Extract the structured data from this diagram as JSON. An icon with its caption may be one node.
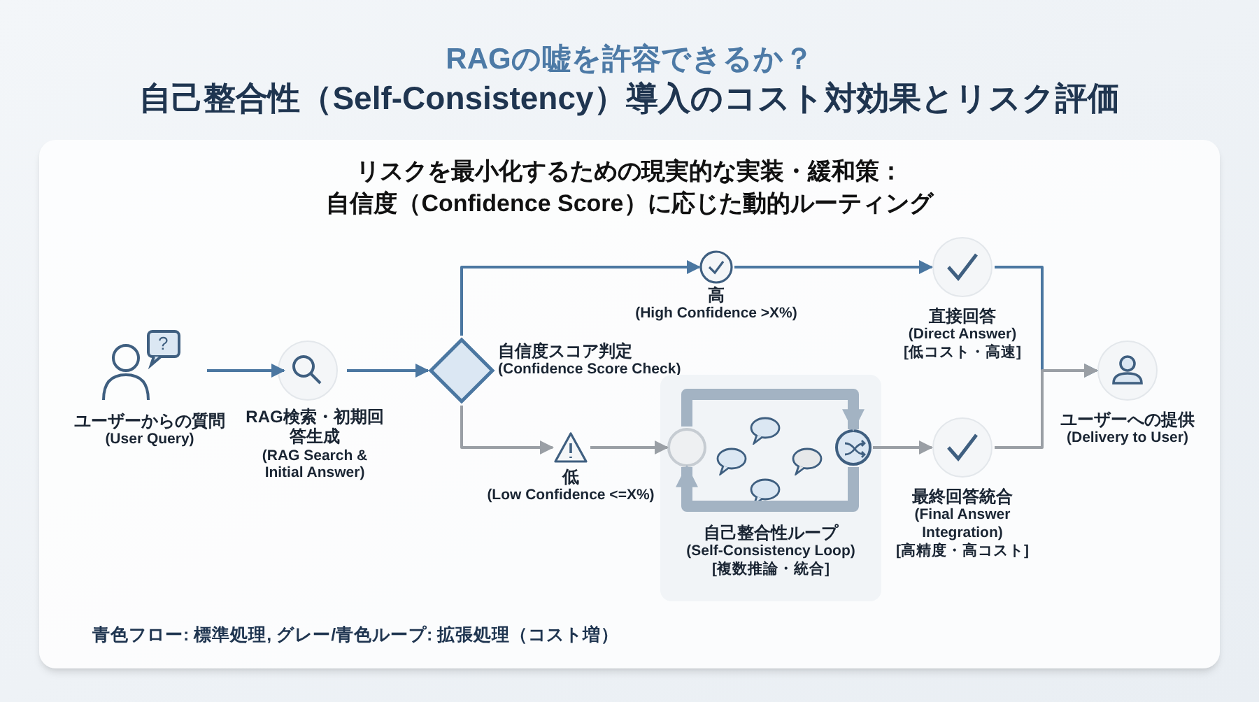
{
  "diagram": {
    "title": "RAGの嘘を許容できるか？",
    "nodes": [
      {
        "text": [
          "ユーザーからの質問",
          "(User Query)"
        ]
      },
      {
        "text": [
          "RAG検索・初期回答生成",
          "(RAG Search & Initial Answer)"
        ]
      },
      {
        "text": [
          "自信度スコア判定",
          "(Confidence Score Check)"
        ]
      },
      {
        "text": [
          "高",
          "(High Confidence >X%)"
        ]
      },
      {
        "text": [
          "低",
          "(Low Confidence <=X%)"
        ]
      },
      {
        "text": [
          "自己整合性ループ",
          "(Self-Consistency Loop)",
          "[複数推論・統合]"
        ]
      },
      {
        "text": [],
        "shape": "circle",
        "in": 5
      },
      {
        "text": [],
        "shape": "circle",
        "in": 5
      },
      {
        "text": [
          "直接回答",
          "(Direct Answer)",
          "[低コスト・高速]"
        ]
      },
      {
        "text": [
          "最終回答統合",
          "(Final Answer Integration)",
          "[高精度・高コスト]"
        ]
      },
      {
        "text": [
          "ユーザーへの提供",
          "(Delivery to User)"
        ]
      }
    ],
    "edges": [
      {
        "from": 0,
        "to": 1,
        "arrow": "to"
      },
      {
        "from": 1,
        "to": 2,
        "arrow": "to"
      },
      {
        "from": 2,
        "to": 3,
        "arrow": "to"
      },
      {
        "from": 3,
        "to": 8,
        "arrow": "to"
      },
      {
        "from": 2,
        "to": 4,
        "arrow": "to",
        "color": "#9a9fa5"
      },
      {
        "from": 4,
        "to": 6,
        "arrow": "to",
        "color": "#9a9fa5"
      },
      {
        "from": 6,
        "to": 7,
        "arrow": "to",
        "style": "thick",
        "color": "#a3b3c3"
      },
      {
        "from": 7,
        "to": 6,
        "arrow": "to",
        "style": "thick",
        "color": "#a3b3c3"
      },
      {
        "from": 7,
        "to": 9,
        "arrow": "to",
        "color": "#9a9fa5"
      },
      {
        "from": 8,
        "to": 10,
        "arrow": "to"
      },
      {
        "from": 9,
        "to": 10,
        "arrow": "to",
        "color": "#9a9fa5"
      }
    ],
    "labels": [
      "自己整合性（Self-Consistency）導入のコスト対効果とリスク評価",
      "リスクを最小化するための現実的な実装・緩和策：",
      "自信度（Confidence Score）に応じた動的ルーティング",
      "?",
      "青色フロー: 標準処理, グレー/青色ループ: 拡張処理（コスト増）"
    ]
  }
}
